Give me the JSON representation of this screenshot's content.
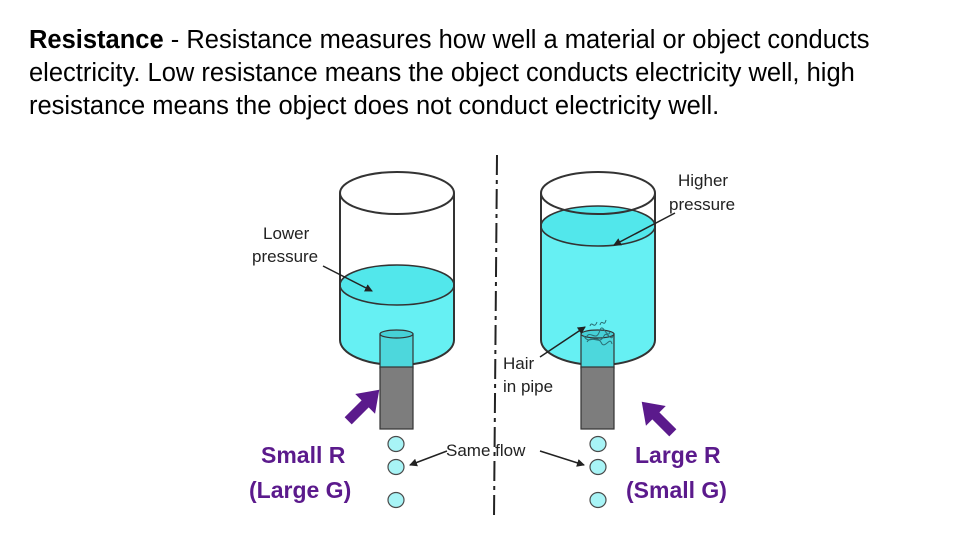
{
  "heading": {
    "term": "Resistance",
    "separator": " - ",
    "definition": "Resistance measures how well a material or object conducts electricity. Low resistance means the object conducts electricity well, high resistance means the object does not conduct electricity well."
  },
  "diagram": {
    "lower_pressure": [
      "Lower",
      "pressure"
    ],
    "higher_pressure": [
      "Higher",
      "pressure"
    ],
    "hair_in_pipe": [
      "Hair",
      "in pipe"
    ],
    "same_flow": "Same flow",
    "left_caption": [
      "Small R",
      "(Large G)"
    ],
    "right_caption": [
      "Large R",
      "(Small G)"
    ],
    "colors": {
      "water": "#66f0f3",
      "water_top": "#4fe6ea",
      "pipe": "#7d7d7d",
      "arrow_purple": "#5b1a8c",
      "caption_purple": "#5b1a8c",
      "droplet": "#a8f4f6"
    }
  }
}
